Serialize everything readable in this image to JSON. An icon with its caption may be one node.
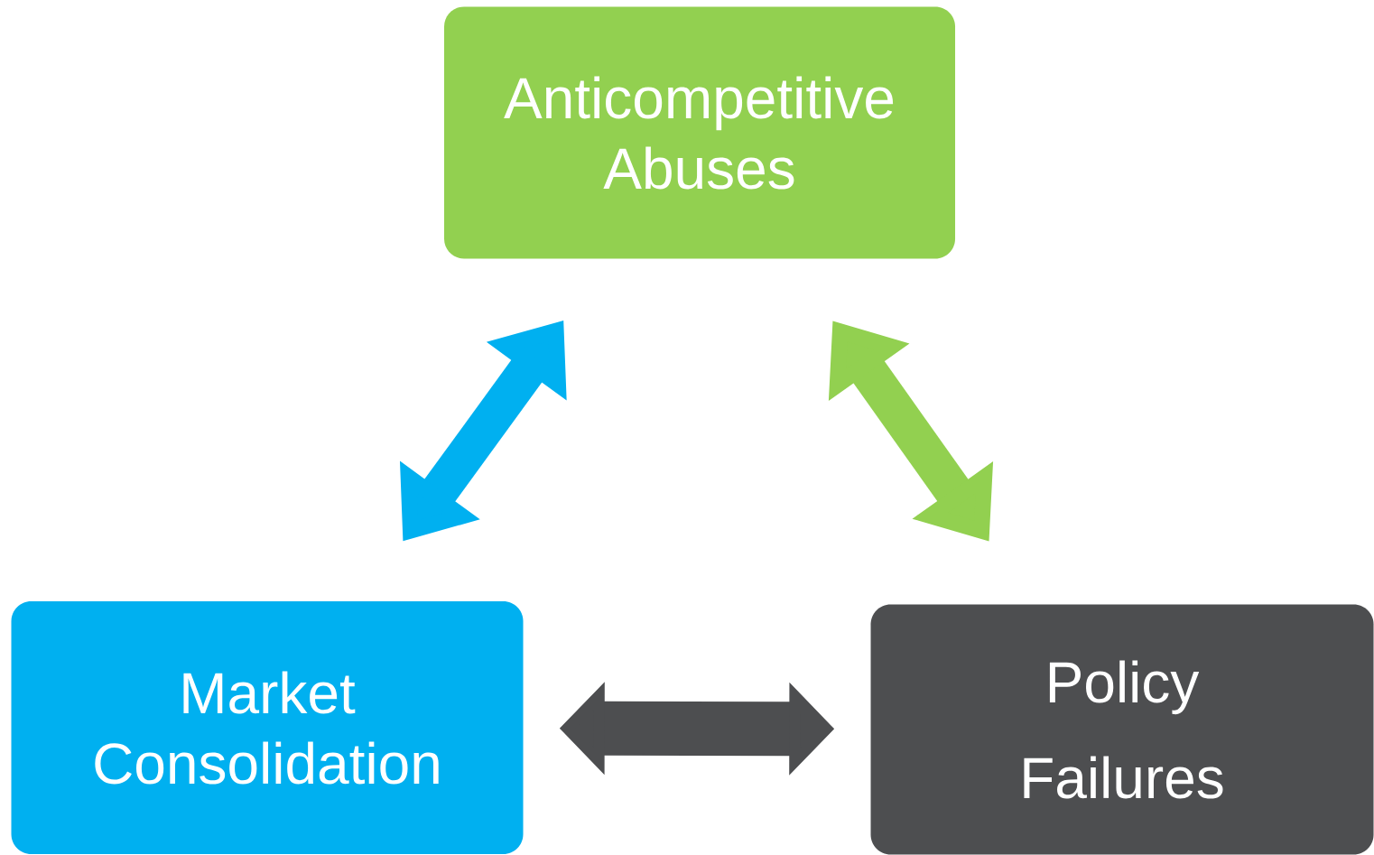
{
  "diagram": {
    "nodes": [
      {
        "text": [
          "Anticompetitive Abuses"
        ]
      },
      {
        "text": [
          "Market Consolidation"
        ]
      },
      {
        "text": [
          "Policy Failures"
        ]
      }
    ],
    "edges": [
      {
        "from": 1,
        "to": 0,
        "arrow": "both",
        "color": "#00b0f0"
      },
      {
        "from": 0,
        "to": 2,
        "arrow": "both",
        "color": "#92d050"
      },
      {
        "from": 1,
        "to": 2,
        "arrow": "both",
        "color": "#4d4e50"
      }
    ]
  }
}
